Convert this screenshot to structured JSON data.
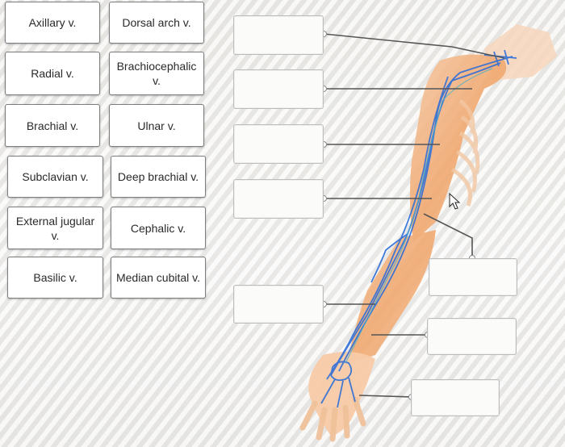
{
  "labels": {
    "axillary": "Axillary v.",
    "dorsal_arch": "Dorsal arch v.",
    "radial": "Radial v.",
    "brachiocephalic": "Brachiocephalic v.",
    "brachial": "Brachial v.",
    "ulnar": "Ulnar v.",
    "subclavian": "Subclavian v.",
    "deep_brachial": "Deep brachial v.",
    "external_jugular": "External jugular v.",
    "cephalic": "Cephalic v.",
    "basilic": "Basilic v.",
    "median_cubital": "Median cubital v."
  },
  "colors": {
    "vein": "#2f6fd8",
    "leader_line": "#555555",
    "chip_border": "#7d7d7d"
  },
  "icons": {
    "cursor": "arrow-cursor-icon"
  }
}
